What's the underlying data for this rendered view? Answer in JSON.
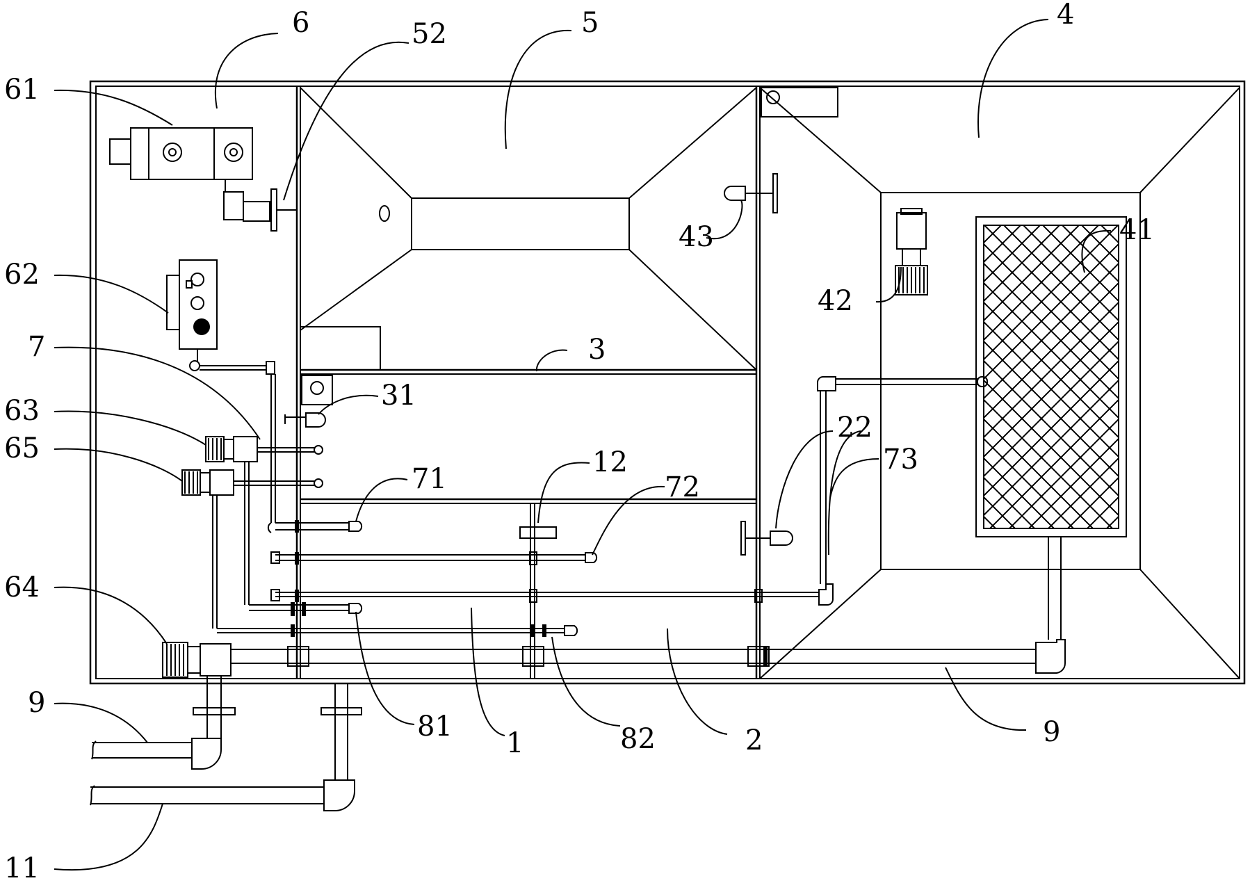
{
  "labels": {
    "l1": "1",
    "l2": "2",
    "l3": "3",
    "l4": "4",
    "l5": "5",
    "l6": "6",
    "l7": "7",
    "l9a": "9",
    "l9b": "9",
    "l11": "11",
    "l12": "12",
    "l22": "22",
    "l31": "31",
    "l41": "41",
    "l42": "42",
    "l43": "43",
    "l52": "52",
    "l61": "61",
    "l62": "62",
    "l63": "63",
    "l64": "64",
    "l65": "65",
    "l71": "71",
    "l72": "72",
    "l73": "73",
    "l81": "81",
    "l82": "82"
  }
}
